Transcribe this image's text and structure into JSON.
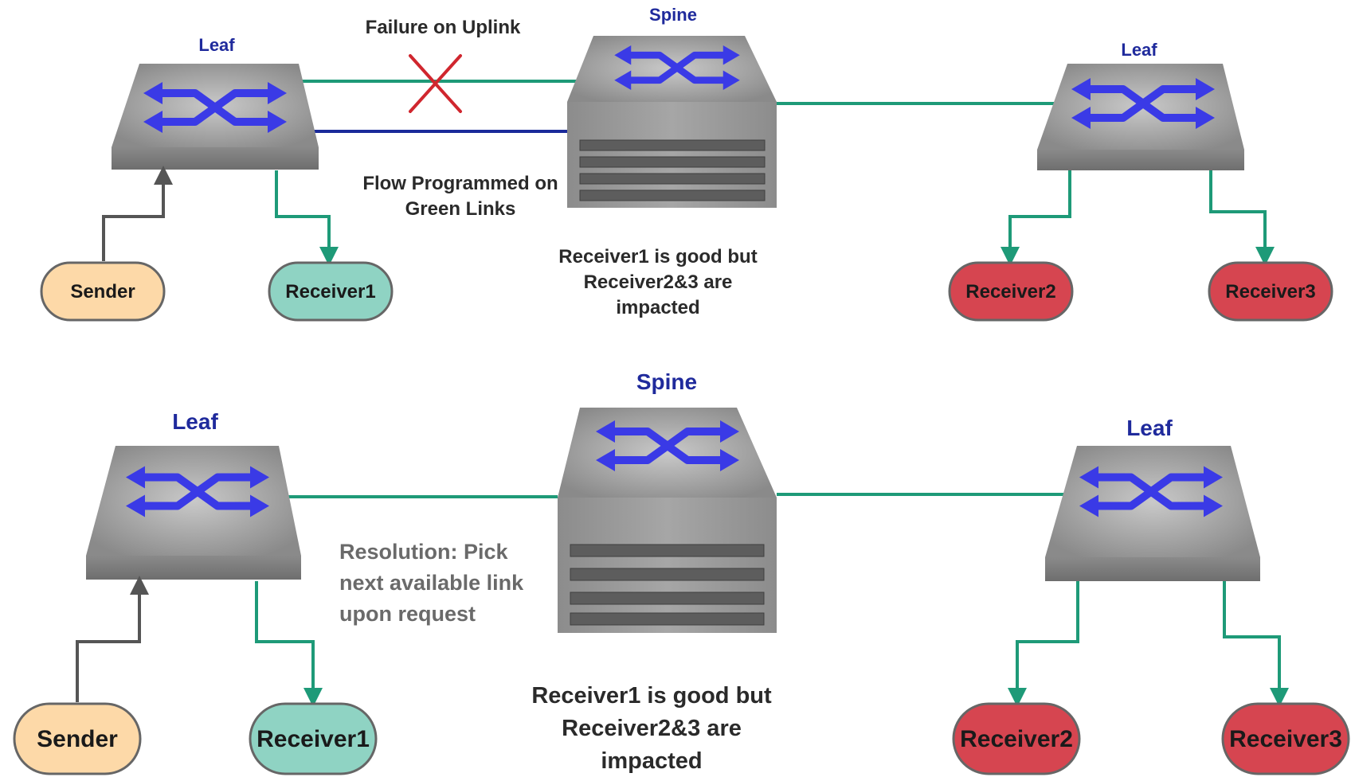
{
  "colors": {
    "green_link": "#1e9a78",
    "blue_link": "#1a2a9a",
    "failure_x": "#d0262e",
    "sender_fill": "#fdd9a8",
    "receiver_ok_fill": "#8fd3c3",
    "receiver_bad_fill": "#d64550",
    "switch_arrows": "#3a3ae6",
    "label_blue": "#1f2a9c"
  },
  "top": {
    "leaf_left_label": "Leaf",
    "spine_label": "Spine",
    "leaf_right_label": "Leaf",
    "failure_label": "Failure on Uplink",
    "flow_label": [
      "Flow Programmed on",
      "Green Links"
    ],
    "status_label": [
      "Receiver1 is good but",
      "Receiver2&3 are",
      "impacted"
    ],
    "sender": "Sender",
    "receiver1": "Receiver1",
    "receiver2": "Receiver2",
    "receiver3": "Receiver3"
  },
  "bottom": {
    "leaf_left_label": "Leaf",
    "spine_label": "Spine",
    "leaf_right_label": "Leaf",
    "resolution_label": [
      "Resolution: Pick",
      "next available link",
      "upon request"
    ],
    "status_label": [
      "Receiver1 is good but",
      "Receiver2&3 are",
      "impacted"
    ],
    "sender": "Sender",
    "receiver1": "Receiver1",
    "receiver2": "Receiver2",
    "receiver3": "Receiver3"
  },
  "icons": [
    "switch-arrows-icon",
    "failure-x-icon"
  ]
}
